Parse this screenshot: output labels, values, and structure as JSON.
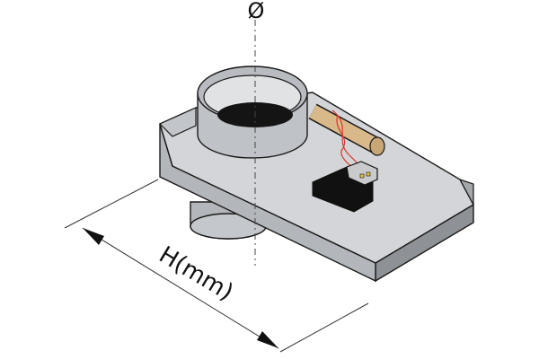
{
  "diagram": {
    "diameter_symbol": "Ø",
    "height_label": "H(mm)"
  },
  "colors": {
    "metal_light": "#d3d5d8",
    "metal_mid": "#b3b6ba",
    "metal_dark": "#8e9196",
    "outline": "#1a1a1a",
    "hole_dark": "#141414",
    "rod": "#d9b98a",
    "wire": "#d83a2a",
    "actuator": "#111111"
  },
  "icons": {
    "axis": "centerline-axis",
    "dimension": "dimension-arrow"
  }
}
